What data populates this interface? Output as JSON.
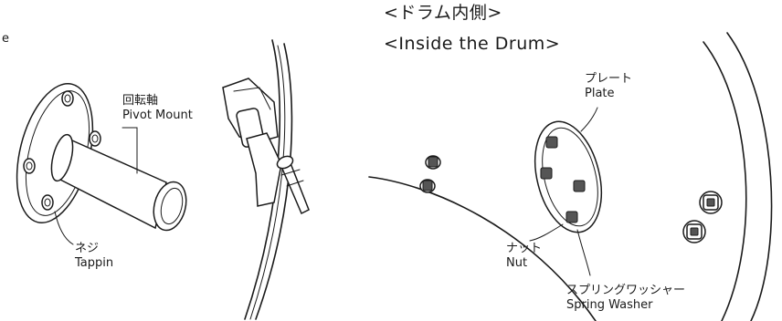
{
  "fragment_text": "e",
  "left_panel": {
    "pivot_mount_jp": "回転軸",
    "pivot_mount_en": "Pivot Mount",
    "tapping_jp": "ネジ",
    "tapping_en": "Tappin"
  },
  "right_panel": {
    "heading_jp": "<ドラム内側>",
    "heading_en": "<Inside the Drum>",
    "plate_jp": "プレート",
    "plate_en": "Plate",
    "nut_jp": "ナット",
    "nut_en": "Nut",
    "spring_washer_jp": "スプリングワッシャー",
    "spring_washer_en": "Spring Washer"
  }
}
